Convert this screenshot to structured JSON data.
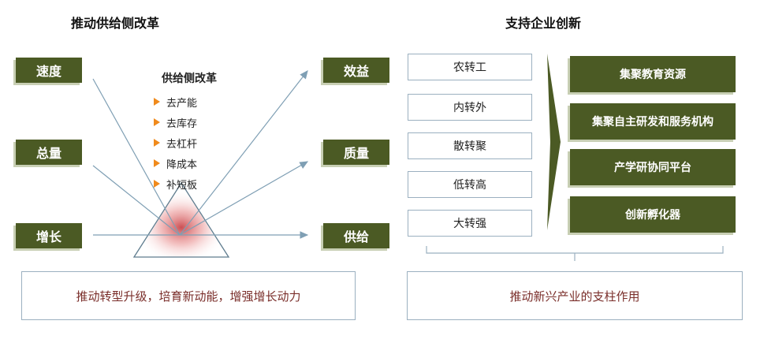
{
  "left_title": "推动供给侧改革",
  "right_title": "支持企业创新",
  "left_inputs": [
    "速度",
    "总量",
    "增长"
  ],
  "left_outputs": [
    "效益",
    "质量",
    "供给"
  ],
  "supply_reform": {
    "title": "供给侧改革",
    "items": [
      "去产能",
      "去库存",
      "去杠杆",
      "降成本",
      "补短板"
    ]
  },
  "transforms": [
    "农转工",
    "内转外",
    "散转聚",
    "低转高",
    "大转强"
  ],
  "resources": [
    "集聚教育资源",
    "集聚自主研发和服务机构",
    "产学研协同平台",
    "创新孵化器"
  ],
  "left_summary": "推动转型升级，培育新动能，增强增长动力",
  "right_summary": "推动新兴产业的支柱作用",
  "colors": {
    "dark_green": "#4b5a24",
    "box_border": "#9bb0c0",
    "summary_text": "#7a2e2a",
    "bullet": "#f08a1c",
    "arrow_line": "#7f9fb4"
  }
}
